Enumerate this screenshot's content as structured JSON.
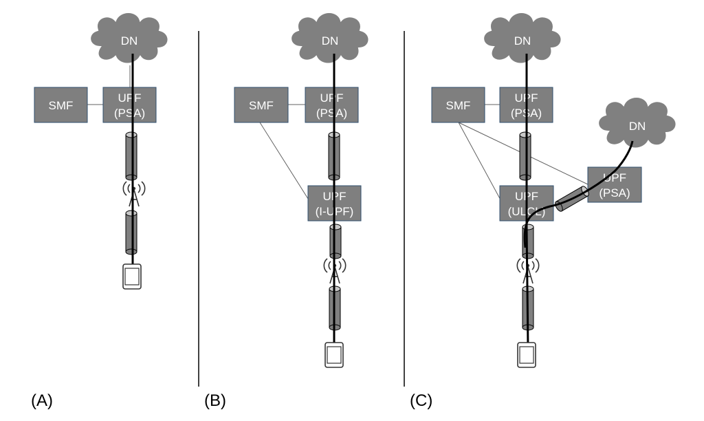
{
  "panels": [
    {
      "label": "(A)",
      "nodes": {
        "dn": "DN",
        "smf": "SMF",
        "upf_psa_line1": "UPF",
        "upf_psa_line2": "(PSA)"
      }
    },
    {
      "label": "(B)",
      "nodes": {
        "dn": "DN",
        "smf": "SMF",
        "upf_psa_line1": "UPF",
        "upf_psa_line2": "(PSA)",
        "upf_i_line1": "UPF",
        "upf_i_line2": "(I-UPF)"
      }
    },
    {
      "label": "(C)",
      "nodes": {
        "dn": "DN",
        "dn2": "DN",
        "smf": "SMF",
        "upf_psa_line1": "UPF",
        "upf_psa_line2": "(PSA)",
        "upf_ulcl_line1": "UPF",
        "upf_ulcl_line2": "(ULCL)",
        "upf_psa2_line1": "UPF",
        "upf_psa2_line2": "(PSA)"
      }
    }
  ],
  "colors": {
    "node_fill": "#7f7f7f",
    "node_border": "#2f4f6f",
    "data_path": "#000000"
  },
  "icons": [
    "cloud-icon",
    "antenna-icon",
    "tunnel-icon",
    "smartphone-icon"
  ]
}
